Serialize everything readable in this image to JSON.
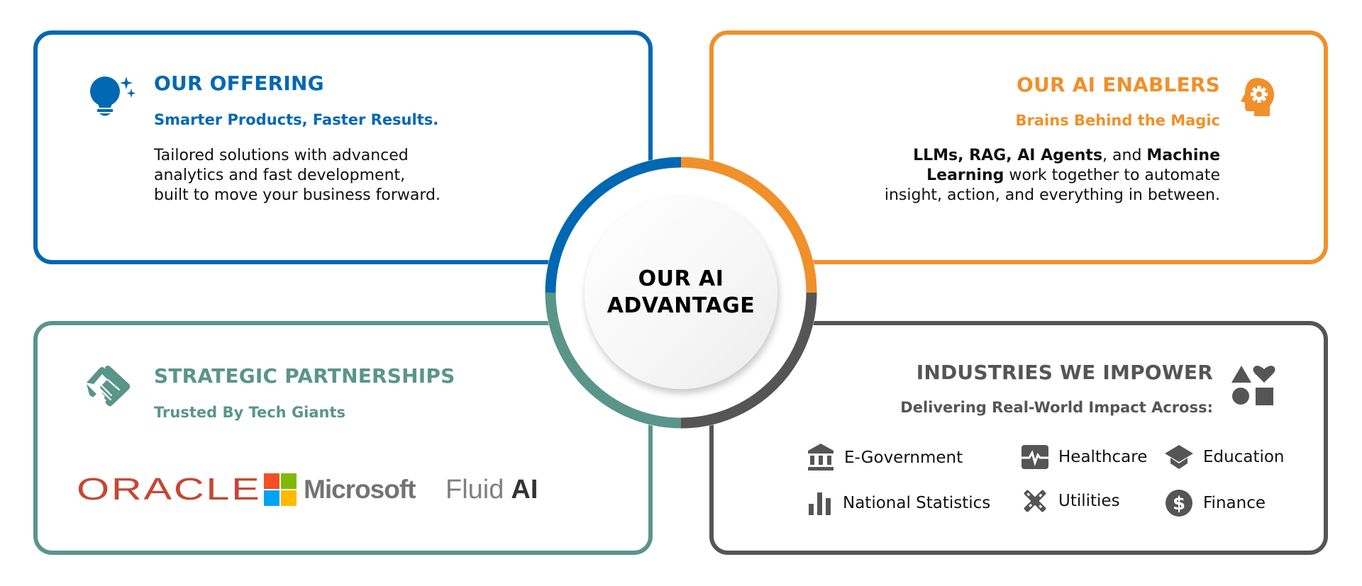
{
  "center": {
    "line1": "OUR AI",
    "line2": "ADVANTAGE",
    "ring_colors": {
      "top_left": "#0068b3",
      "top_right": "#f0902a",
      "bottom_left": "#5a958a",
      "bottom_right": "#555555"
    }
  },
  "offering": {
    "icon": "lightbulb-sparkle-icon",
    "title": "OUR OFFERING",
    "subtitle": "Smarter Products, Faster Results.",
    "body_lines": [
      "Tailored solutions with advanced",
      "analytics and fast development,",
      "built to move your business forward."
    ],
    "color": "#0068b3"
  },
  "enablers": {
    "icon": "head-gear-icon",
    "title": "OUR AI ENABLERS",
    "subtitle": "Brains Behind the Magic",
    "body": {
      "bold1": "LLMs, RAG, AI Agents",
      "plain1": ", and ",
      "bold2": "Machine",
      "bold3": "Learning",
      "plain2": " work together to automate",
      "line3": "insight, action, and everything in between."
    },
    "color": "#f0902a"
  },
  "partnerships": {
    "icon": "handshake-icon",
    "title": "STRATEGIC PARTNERSHIPS",
    "subtitle": "Trusted By Tech Giants",
    "logos": [
      "ORACLE",
      "Microsoft",
      "Fluid",
      "AI"
    ],
    "color": "#5a958a"
  },
  "industries": {
    "icon": "shapes-icon",
    "title": "INDUSTRIES WE IMPOWER",
    "subtitle": "Delivering Real-World Impact Across:",
    "items": [
      {
        "label": "E-Government",
        "icon": "government-building-icon"
      },
      {
        "label": "Healthcare",
        "icon": "heartbeat-monitor-icon"
      },
      {
        "label": "Education",
        "icon": "graduation-cap-icon"
      },
      {
        "label": "National Statistics",
        "icon": "bar-chart-icon"
      },
      {
        "label": "Utilities",
        "icon": "tools-icon"
      },
      {
        "label": "Finance",
        "icon": "dollar-coin-icon"
      }
    ],
    "color": "#555555"
  }
}
